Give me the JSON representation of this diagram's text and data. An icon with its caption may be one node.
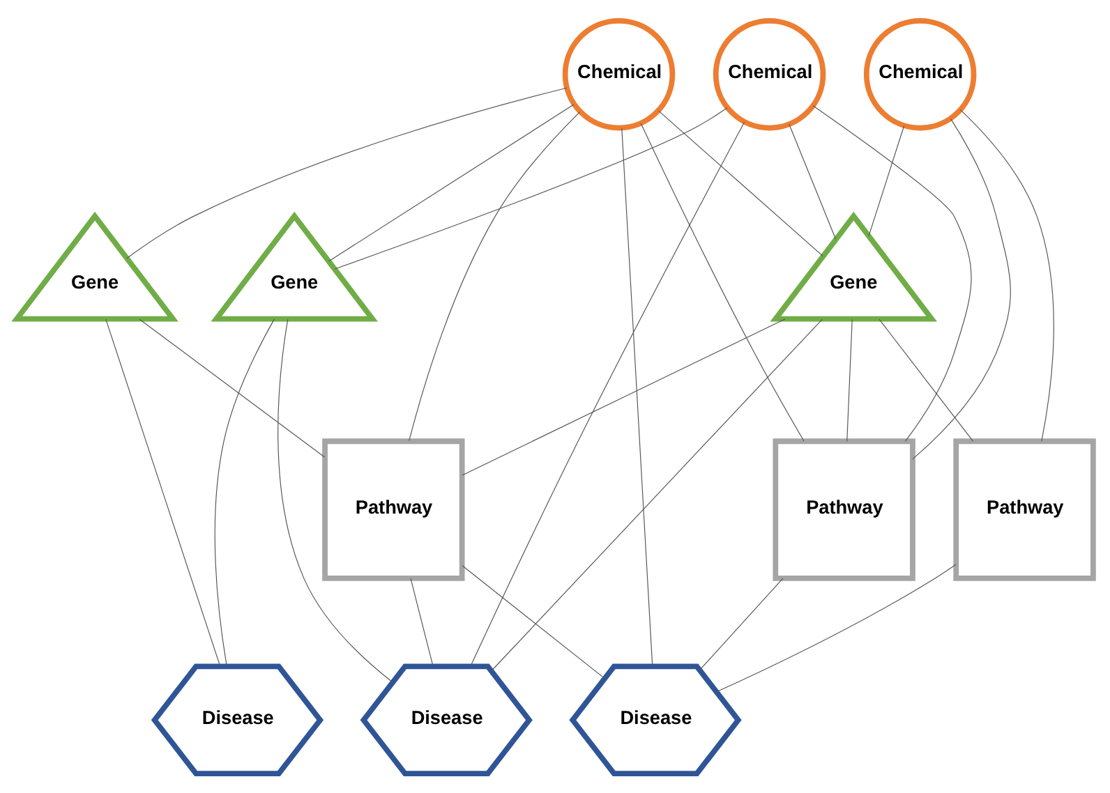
{
  "diagram": {
    "nodes": [
      {
        "text": [
          "Chemical"
        ]
      },
      {
        "text": [
          "Chemical"
        ]
      },
      {
        "text": [
          "Chemical"
        ]
      },
      {
        "text": [
          "Gene"
        ]
      },
      {
        "text": [
          "Gene"
        ]
      },
      {
        "text": [
          "Gene"
        ]
      },
      {
        "text": [
          "Pathway"
        ]
      },
      {
        "text": [
          "Pathway"
        ]
      },
      {
        "text": [
          "Pathway"
        ]
      },
      {
        "text": [
          "Disease"
        ]
      },
      {
        "text": [
          "Disease"
        ]
      },
      {
        "text": [
          "Disease"
        ]
      }
    ],
    "edges": [
      {
        "from": 0,
        "to": 3,
        "arrow": "none"
      },
      {
        "from": 0,
        "to": 4,
        "arrow": "none"
      },
      {
        "from": 0,
        "to": 5,
        "arrow": "none"
      },
      {
        "from": 1,
        "to": 4,
        "arrow": "none"
      },
      {
        "from": 1,
        "to": 5,
        "arrow": "none"
      },
      {
        "from": 2,
        "to": 5,
        "arrow": "none"
      },
      {
        "from": 0,
        "to": 6,
        "arrow": "none"
      },
      {
        "from": 0,
        "to": 7,
        "arrow": "none"
      },
      {
        "from": 0,
        "to": 11,
        "arrow": "none"
      },
      {
        "from": 1,
        "to": 7,
        "arrow": "none"
      },
      {
        "from": 1,
        "to": 10,
        "arrow": "none"
      },
      {
        "from": 2,
        "to": 7,
        "arrow": "none"
      },
      {
        "from": 2,
        "to": 8,
        "arrow": "none"
      },
      {
        "from": 3,
        "to": 6,
        "arrow": "none"
      },
      {
        "from": 5,
        "to": 6,
        "arrow": "none"
      },
      {
        "from": 5,
        "to": 7,
        "arrow": "none"
      },
      {
        "from": 5,
        "to": 8,
        "arrow": "none"
      },
      {
        "from": 3,
        "to": 9,
        "arrow": "none"
      },
      {
        "from": 4,
        "to": 9,
        "arrow": "none"
      },
      {
        "from": 4,
        "to": 10,
        "arrow": "none"
      },
      {
        "from": 5,
        "to": 10,
        "arrow": "none"
      },
      {
        "from": 6,
        "to": 10,
        "arrow": "none"
      },
      {
        "from": 6,
        "to": 11,
        "arrow": "none"
      },
      {
        "from": 7,
        "to": 11,
        "arrow": "none"
      },
      {
        "from": 8,
        "to": 11,
        "arrow": "none"
      }
    ]
  }
}
